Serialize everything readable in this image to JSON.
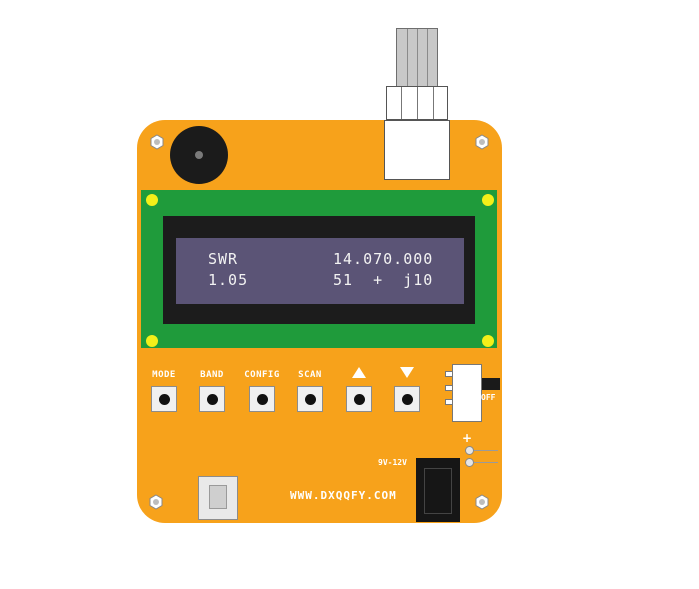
{
  "lcd": {
    "line1_left": "SWR",
    "line1_right": "14.070.000",
    "line2_left": "1.05",
    "line2_right": "51  +  j10"
  },
  "buttons": [
    {
      "label": "MODE"
    },
    {
      "label": "BAND"
    },
    {
      "label": "CONFIG"
    },
    {
      "label": "SCAN"
    },
    {
      "label": "",
      "icon": "triangle-up-icon"
    },
    {
      "label": "",
      "icon": "triangle-down-icon"
    }
  ],
  "switch": {
    "off_label": "OFF"
  },
  "power": {
    "plus_label": "+",
    "voltage_label": "9V-12V"
  },
  "website": "WWW.DXQQFY.COM",
  "colors": {
    "board": "#f7a21b",
    "lcd_pcb": "#1f9b3b",
    "lcd_screen": "#5b5476",
    "lcd_corner_dots": "#f3ef19"
  }
}
